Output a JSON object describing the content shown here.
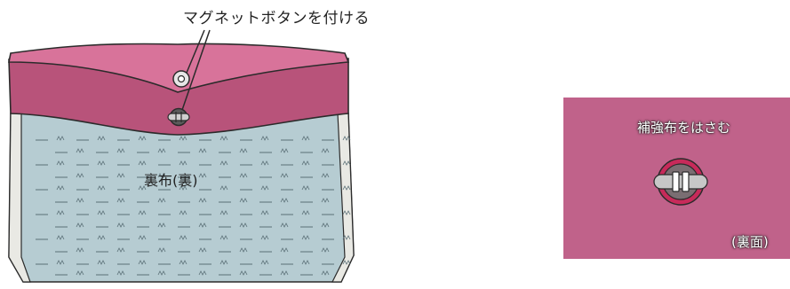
{
  "labels": {
    "magnet_button": "マグネットボタンを付ける",
    "lining": "裏布(裏)",
    "sandwich_fabric": "補強布をはさむ",
    "back_side": "(裏面)"
  },
  "colors": {
    "pink_band": "#c4607f",
    "pink_band_light": "#d46f8f",
    "lining_fill": "#b6ccd2",
    "detail_bg": "#c0628a",
    "stroke": "#2b2b2b"
  },
  "icons": {
    "magnet_female": "magnet-button-female-icon",
    "magnet_male": "magnet-button-male-icon"
  }
}
